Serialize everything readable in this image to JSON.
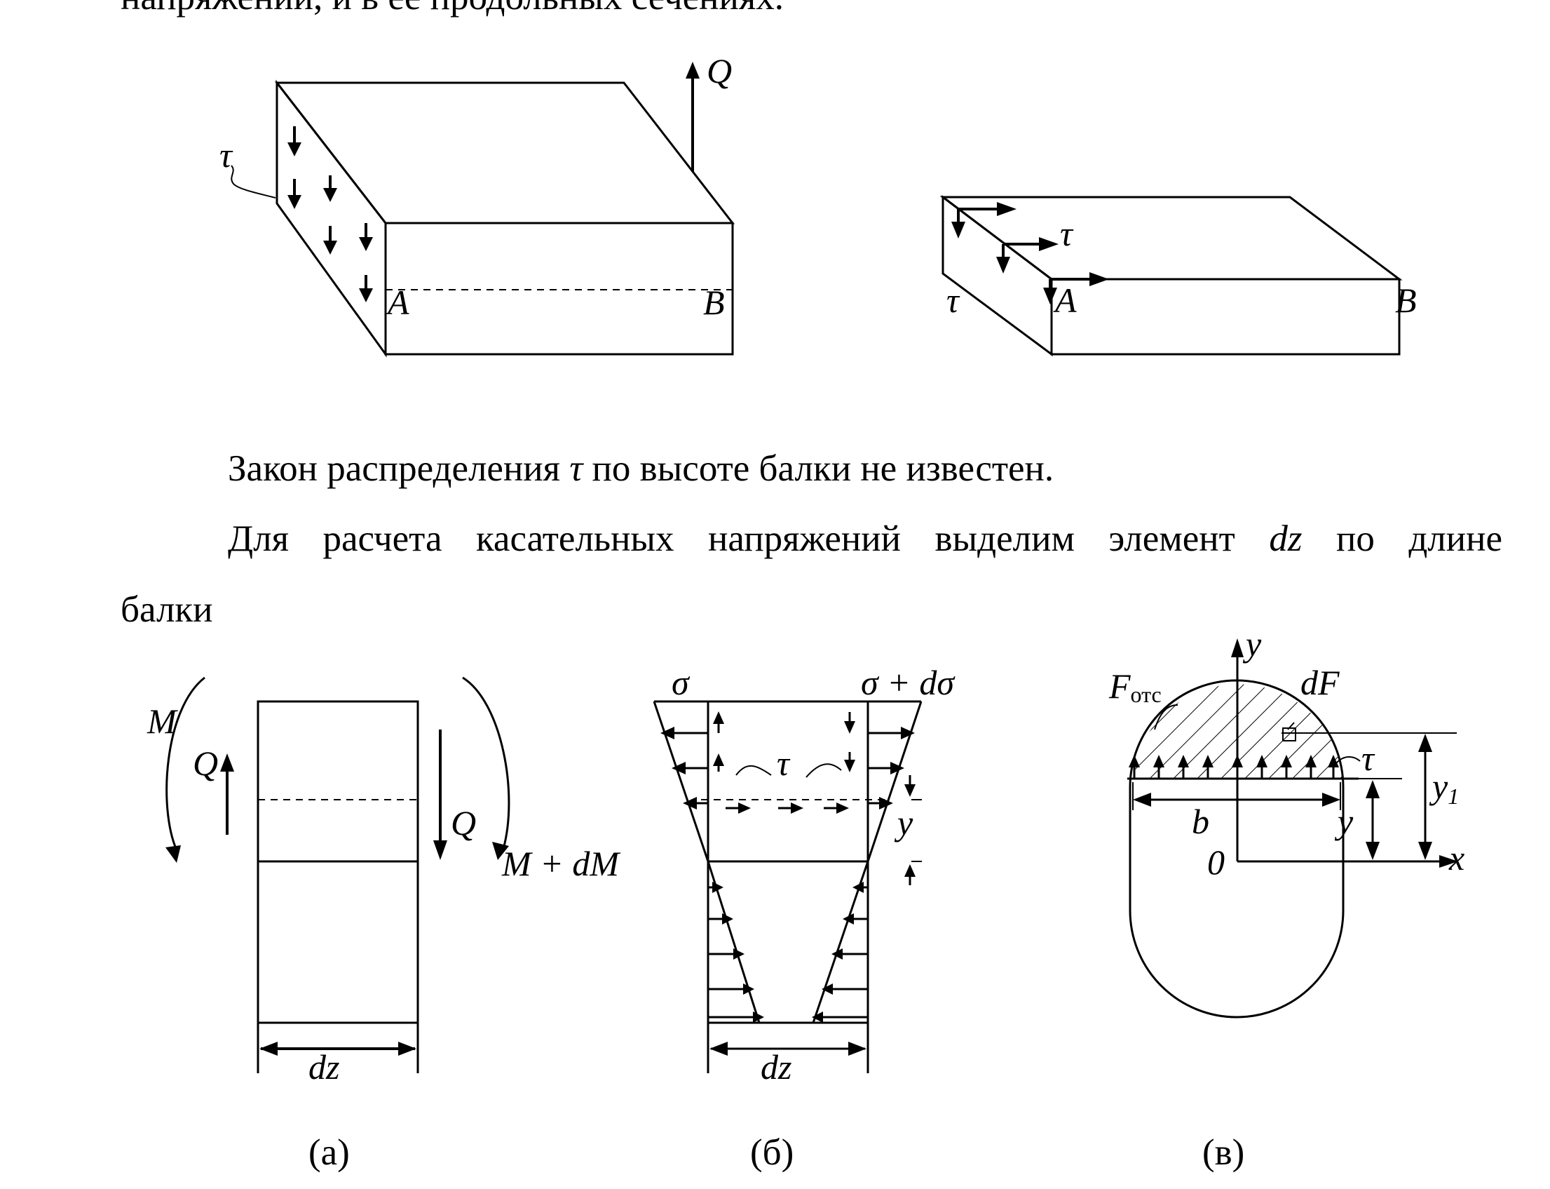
{
  "text": {
    "top_cut": "напряжений, и в ее продольных сечениях.",
    "para1_pre": "Закон распределения ",
    "para1_tau": "τ",
    "para1_post": " по высоте балки не известен.",
    "para2_line1_pre": "Для расчета касательных напряжений выделим элемент ",
    "para2_dz": "dz",
    "para2_line1_post": " по длине",
    "para2_line2": "балки"
  },
  "figures": {
    "top_left": {
      "Q": "Q",
      "tau": "τ",
      "A": "A",
      "B": "B"
    },
    "top_right": {
      "tau_top": "τ",
      "tau_left": "τ",
      "A": "A",
      "B": "B"
    },
    "fig_a": {
      "M": "M",
      "Q_left": "Q",
      "Q_right": "Q",
      "M_dM": "M + dM",
      "dz": "dz",
      "caption": "(а)"
    },
    "fig_b": {
      "sigma": "σ",
      "sigma_dsigma": "σ + dσ",
      "tau": "τ",
      "y": "y",
      "dz": "dz",
      "caption": "(б)"
    },
    "fig_v": {
      "y_axis": "y",
      "F": "F",
      "F_sub": "отс",
      "dF": "dF",
      "tau": "τ",
      "y1": "y",
      "y1_sub": "1",
      "b": "b",
      "y": "y",
      "zero": "0",
      "x_axis": "x",
      "caption": "(в)"
    }
  }
}
